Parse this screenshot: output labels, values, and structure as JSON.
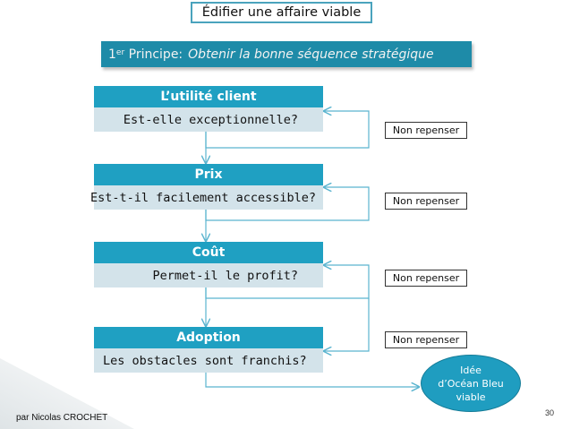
{
  "title": "Édifier une affaire viable",
  "principle": {
    "number": "1",
    "superscript": "er",
    "label": "Principe:",
    "subtitle": "Obtenir la bonne séquence stratégique"
  },
  "steps": [
    {
      "title": "L’utilité client",
      "question": "Est-elle exceptionnelle?"
    },
    {
      "title": "Prix",
      "question": "Est-t-il facilement accessible?"
    },
    {
      "title": "Coût",
      "question": "Permet-il le profit?"
    },
    {
      "title": "Adoption",
      "question": "Les obstacles sont franchis?"
    }
  ],
  "retry_labels": [
    "Non repenser",
    "Non repenser",
    "Non repenser",
    "Non repenser"
  ],
  "outcome": {
    "line1": "Idée",
    "line2": "d’Océan Bleu",
    "line3": "viable"
  },
  "footer": {
    "author": "par Nicolas CROCHET",
    "page_number": "30"
  },
  "colors": {
    "accent": "#1fa0c2",
    "principle_bar": "#1e8ba8",
    "step_body": "#d3e3ea",
    "connector": "#5ab4cf"
  }
}
